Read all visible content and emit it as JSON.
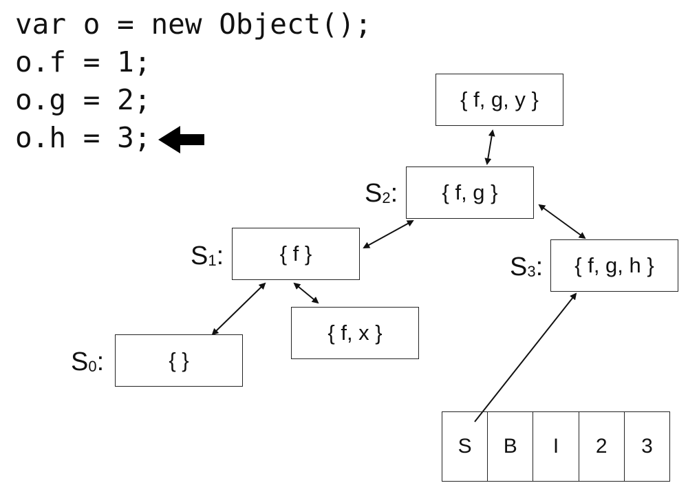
{
  "code": {
    "lines": [
      "var o = new Object();",
      "o.f = 1;",
      "o.g = 2;",
      "o.h = 3;"
    ],
    "current_line_marker": "left-pointing-arrow"
  },
  "shapes": {
    "s0": {
      "label_base": "S",
      "label_sub": "0",
      "label_colon": ":",
      "set": "{ }"
    },
    "s1": {
      "label_base": "S",
      "label_sub": "1",
      "label_colon": ":",
      "set": "{ f }"
    },
    "s2": {
      "label_base": "S",
      "label_sub": "2",
      "label_colon": ":",
      "set": "{ f, g }"
    },
    "s3": {
      "label_base": "S",
      "label_sub": "3",
      "label_colon": ":",
      "set": "{ f, g, h }"
    },
    "fx": {
      "set": "{ f, x }"
    },
    "fgy": {
      "set": "{ f, g, y }"
    }
  },
  "object_layout": {
    "cells": [
      "S",
      "B",
      "I",
      "2",
      "3"
    ]
  },
  "colors": {
    "ink": "#111111"
  }
}
